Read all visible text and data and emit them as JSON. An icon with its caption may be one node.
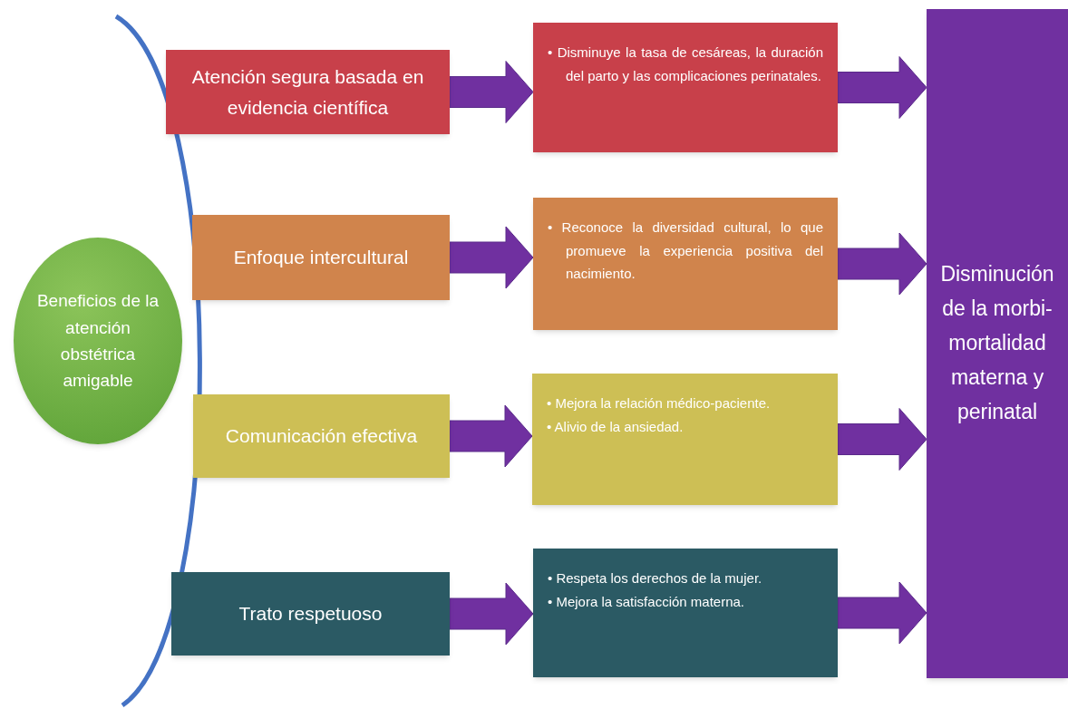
{
  "diagram": {
    "nodes": [
      {
        "text": [
          "Beneficios de la atención obstétrica amigable"
        ]
      },
      {
        "text": [
          "Atención segura basada en evidencia científica"
        ]
      },
      {
        "text": [
          "• Disminuye la tasa de cesáreas, la duración del parto y las complicaciones perinatales."
        ]
      },
      {
        "text": [
          "Enfoque intercultural"
        ]
      },
      {
        "text": [
          "• Reconoce la diversidad cultural, lo que promueve la experiencia positiva del nacimiento."
        ]
      },
      {
        "text": [
          "Comunicación efectiva"
        ]
      },
      {
        "text": [
          "• Mejora la relación médico-paciente.",
          "• Alivio de la ansiedad."
        ]
      },
      {
        "text": [
          "Trato respetuoso"
        ]
      },
      {
        "text": [
          "• Respeta los derechos de la mujer.",
          "• Mejora la satisfacción materna."
        ]
      },
      {
        "text": [
          "Disminución de la morbi-mortalidad materna y perinatal"
        ]
      }
    ],
    "edges": [
      {
        "from": 1,
        "to": 2,
        "arrow": "to"
      },
      {
        "from": 2,
        "to": 9,
        "arrow": "to"
      },
      {
        "from": 3,
        "to": 4,
        "arrow": "to"
      },
      {
        "from": 4,
        "to": 9,
        "arrow": "to"
      },
      {
        "from": 5,
        "to": 6,
        "arrow": "to"
      },
      {
        "from": 6,
        "to": 9,
        "arrow": "to"
      },
      {
        "from": 7,
        "to": 8,
        "arrow": "to"
      },
      {
        "from": 8,
        "to": 9,
        "arrow": "to"
      }
    ]
  }
}
